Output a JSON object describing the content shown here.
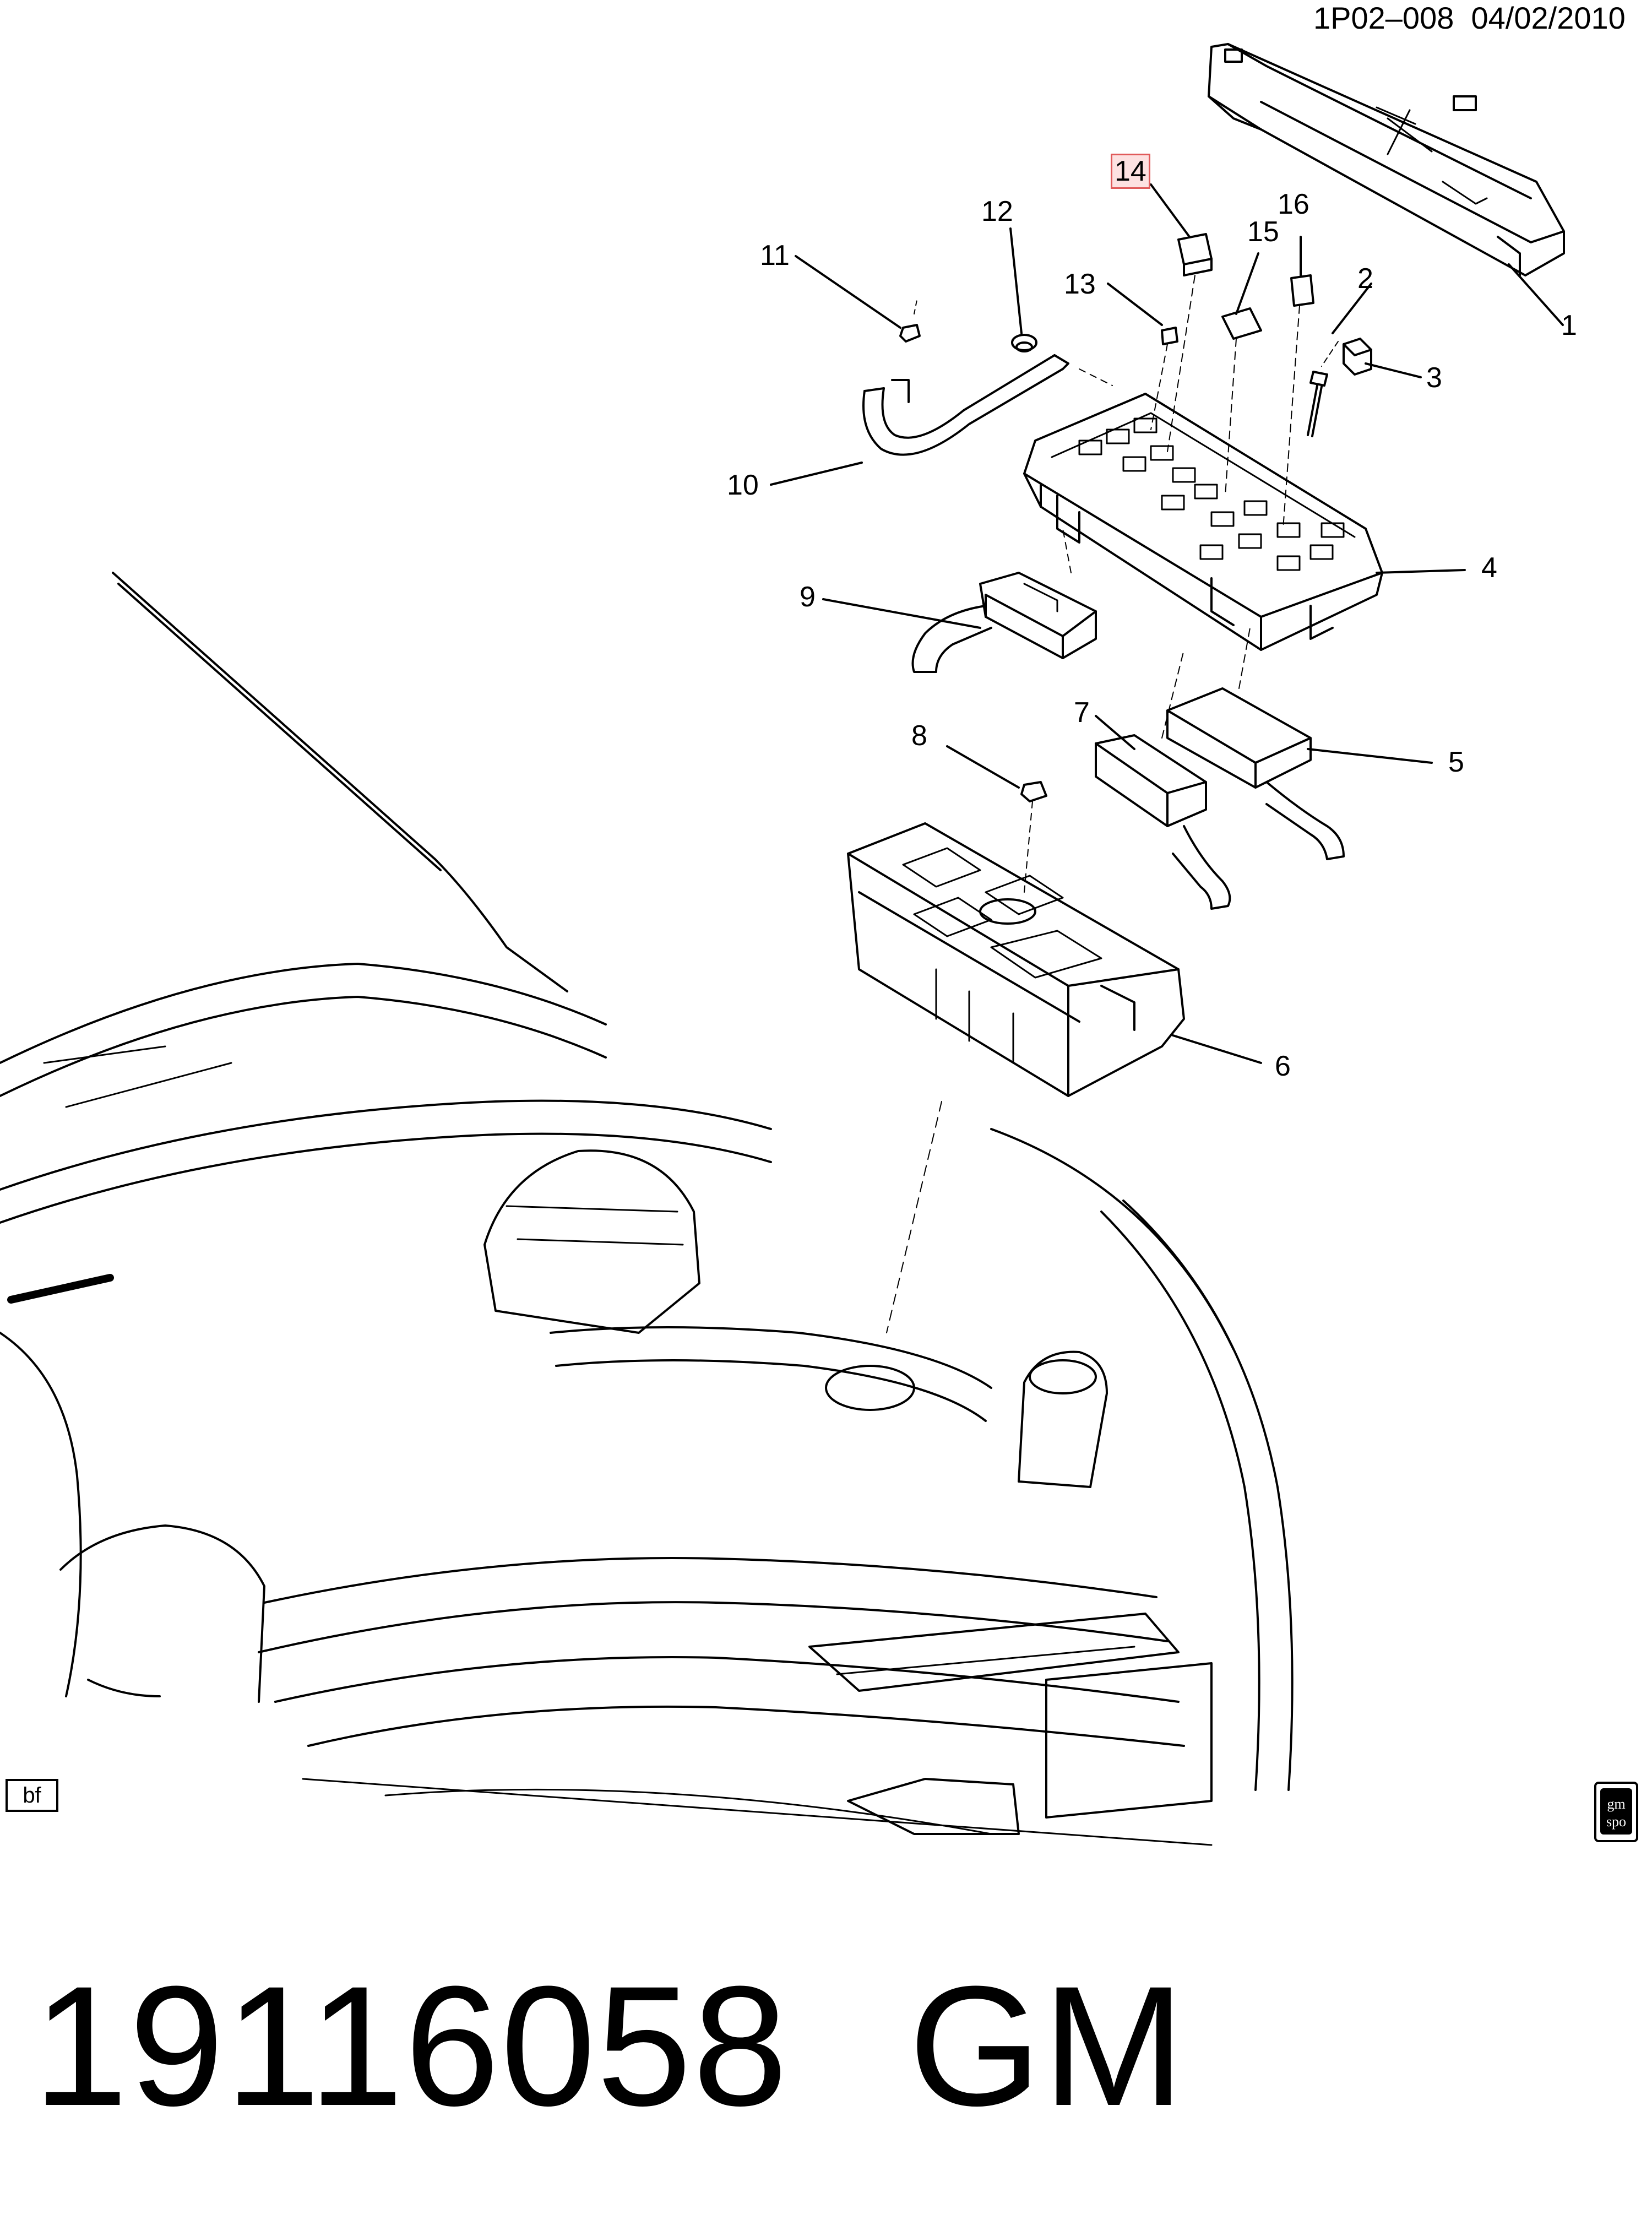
{
  "header": {
    "diagram_code": "1P02–008",
    "date": "04/02/2010"
  },
  "callouts": [
    {
      "id": "c1",
      "label": "1",
      "highlighted": false
    },
    {
      "id": "c2",
      "label": "2",
      "highlighted": false
    },
    {
      "id": "c3",
      "label": "3",
      "highlighted": false
    },
    {
      "id": "c4",
      "label": "4",
      "highlighted": false
    },
    {
      "id": "c5",
      "label": "5",
      "highlighted": false
    },
    {
      "id": "c6",
      "label": "6",
      "highlighted": false
    },
    {
      "id": "c7",
      "label": "7",
      "highlighted": false
    },
    {
      "id": "c8",
      "label": "8",
      "highlighted": false
    },
    {
      "id": "c9",
      "label": "9",
      "highlighted": false
    },
    {
      "id": "c10",
      "label": "10",
      "highlighted": false
    },
    {
      "id": "c11",
      "label": "11",
      "highlighted": false
    },
    {
      "id": "c12",
      "label": "12",
      "highlighted": false
    },
    {
      "id": "c13",
      "label": "13",
      "highlighted": false
    },
    {
      "id": "c14",
      "label": "14",
      "highlighted": true
    },
    {
      "id": "c15",
      "label": "15",
      "highlighted": false
    },
    {
      "id": "c16",
      "label": "16",
      "highlighted": false
    }
  ],
  "corner_tag": "bf",
  "logo": {
    "name": "gm-spo-logo",
    "text_top": "gm",
    "text_bottom": "spo"
  },
  "part_number": "19116058",
  "brand": "GM",
  "colors": {
    "ink": "#000000",
    "highlight_fill": "#fde1e1",
    "highlight_border": "#e05a5a"
  }
}
